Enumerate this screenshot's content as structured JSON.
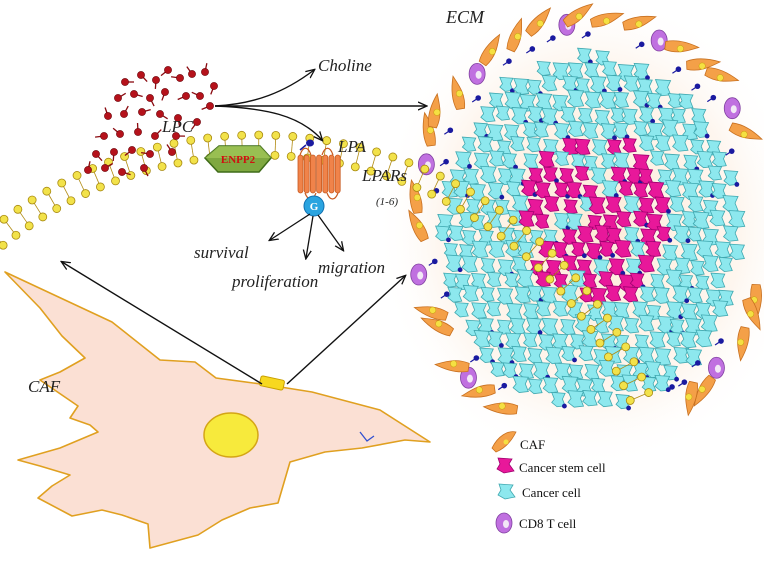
{
  "labels": {
    "ecm": "ECM",
    "choline": "Choline",
    "lpc": "LPC",
    "lpa": "LPA",
    "enzyme": "ENPP2",
    "receptor": "LPARs",
    "receptor_sub": "(1-6)",
    "gprotein": "G",
    "survival": "survival",
    "proliferation": "proliferation",
    "migration": "migration",
    "caf": "CAF"
  },
  "legend": [
    {
      "label": "CAF"
    },
    {
      "label": "Cancer stem cell"
    },
    {
      "label": "Cancer cell"
    },
    {
      "label": "CD8 T cell"
    }
  ],
  "colors": {
    "membrane_head": "#f2e24a",
    "enpp2": "#7fa840",
    "lpc": "#b5121b",
    "lpa_receptor": "#f0834a",
    "g_protein": "#2aa4e0",
    "caf_body": "#fbe0d4",
    "caf_outline": "#e0a020",
    "stem": "#e8189a",
    "cancer": "#8de8ee",
    "tcell": "#c070e0",
    "lpa": "#1a1aa0"
  }
}
